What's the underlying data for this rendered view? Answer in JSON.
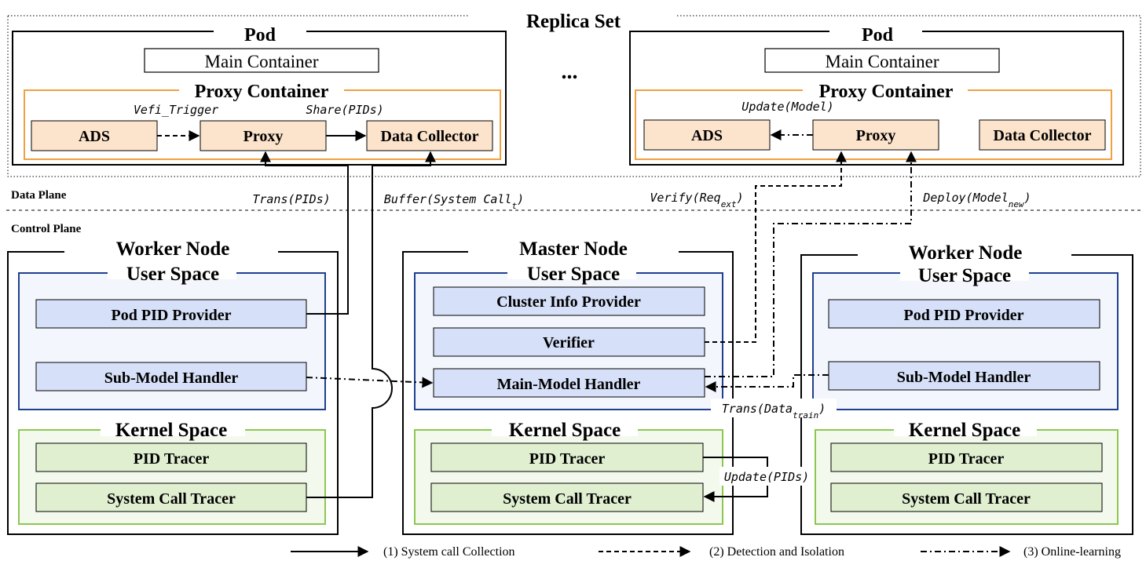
{
  "replica_set": {
    "title": "Replica Set",
    "ellipsis": "..."
  },
  "pods": [
    {
      "title": "Pod",
      "main_container": "Main Container",
      "proxy_container": "Proxy Container",
      "ads": "ADS",
      "proxy": "Proxy",
      "data_collector": "Data Collector",
      "edge_label_1": "Vefi_Trigger",
      "edge_label_2": "Share(PIDs)"
    },
    {
      "title": "Pod",
      "main_container": "Main Container",
      "proxy_container": "Proxy Container",
      "ads": "ADS",
      "proxy": "Proxy",
      "data_collector": "Data Collector",
      "edge_label_1": "Update(Model)"
    }
  ],
  "planes": {
    "data": "Data Plane",
    "control": "Control Plane"
  },
  "cross_labels": {
    "trans_pids": "Trans(PIDs)",
    "buffer": {
      "text": "Buffer(System Call",
      "sub": "t",
      "close": ")"
    },
    "verify": {
      "text": "Verify(Req",
      "sub": "ext",
      "close": ")"
    },
    "deploy": {
      "text": "Deploy(Model",
      "sub": "new",
      "close": ")"
    },
    "trans_data": {
      "text": "Trans(Data",
      "sub": "train",
      "close": ")"
    },
    "update_pids": "Update(PIDs)"
  },
  "nodes": {
    "worker_left": {
      "title": "Worker Node",
      "user_space": "User Space",
      "items": [
        "Pod PID Provider",
        "Sub-Model Handler"
      ],
      "kernel_space": "Kernel Space",
      "kernel_items": [
        "PID Tracer",
        "System Call Tracer"
      ]
    },
    "master": {
      "title": "Master Node",
      "user_space": "User Space",
      "items": [
        "Cluster Info Provider",
        "Verifier",
        "Main-Model Handler"
      ],
      "kernel_space": "Kernel Space",
      "kernel_items": [
        "PID Tracer",
        "System Call Tracer"
      ]
    },
    "worker_right": {
      "title": "Worker Node",
      "user_space": "User Space",
      "items": [
        "Pod PID Provider",
        "Sub-Model Handler"
      ],
      "kernel_space": "Kernel Space",
      "kernel_items": [
        "PID Tracer",
        "System Call Tracer"
      ]
    }
  },
  "legend": [
    {
      "label": "(1) System call Collection",
      "style": "solid"
    },
    {
      "label": "(2) Detection and Isolation",
      "style": "dashed"
    },
    {
      "label": "(3) Online-learning",
      "style": "dash-dot"
    }
  ],
  "colors": {
    "proxy_border": "#f0a040",
    "proxy_box_fill": "#fce4cc",
    "user_border": "#1f3f8f",
    "user_fill": "#f3f6fc",
    "user_box_fill": "#d6e0f8",
    "kernel_border": "#8cc850",
    "kernel_fill": "#f3f9ec",
    "kernel_box_fill": "#e0efd0"
  }
}
